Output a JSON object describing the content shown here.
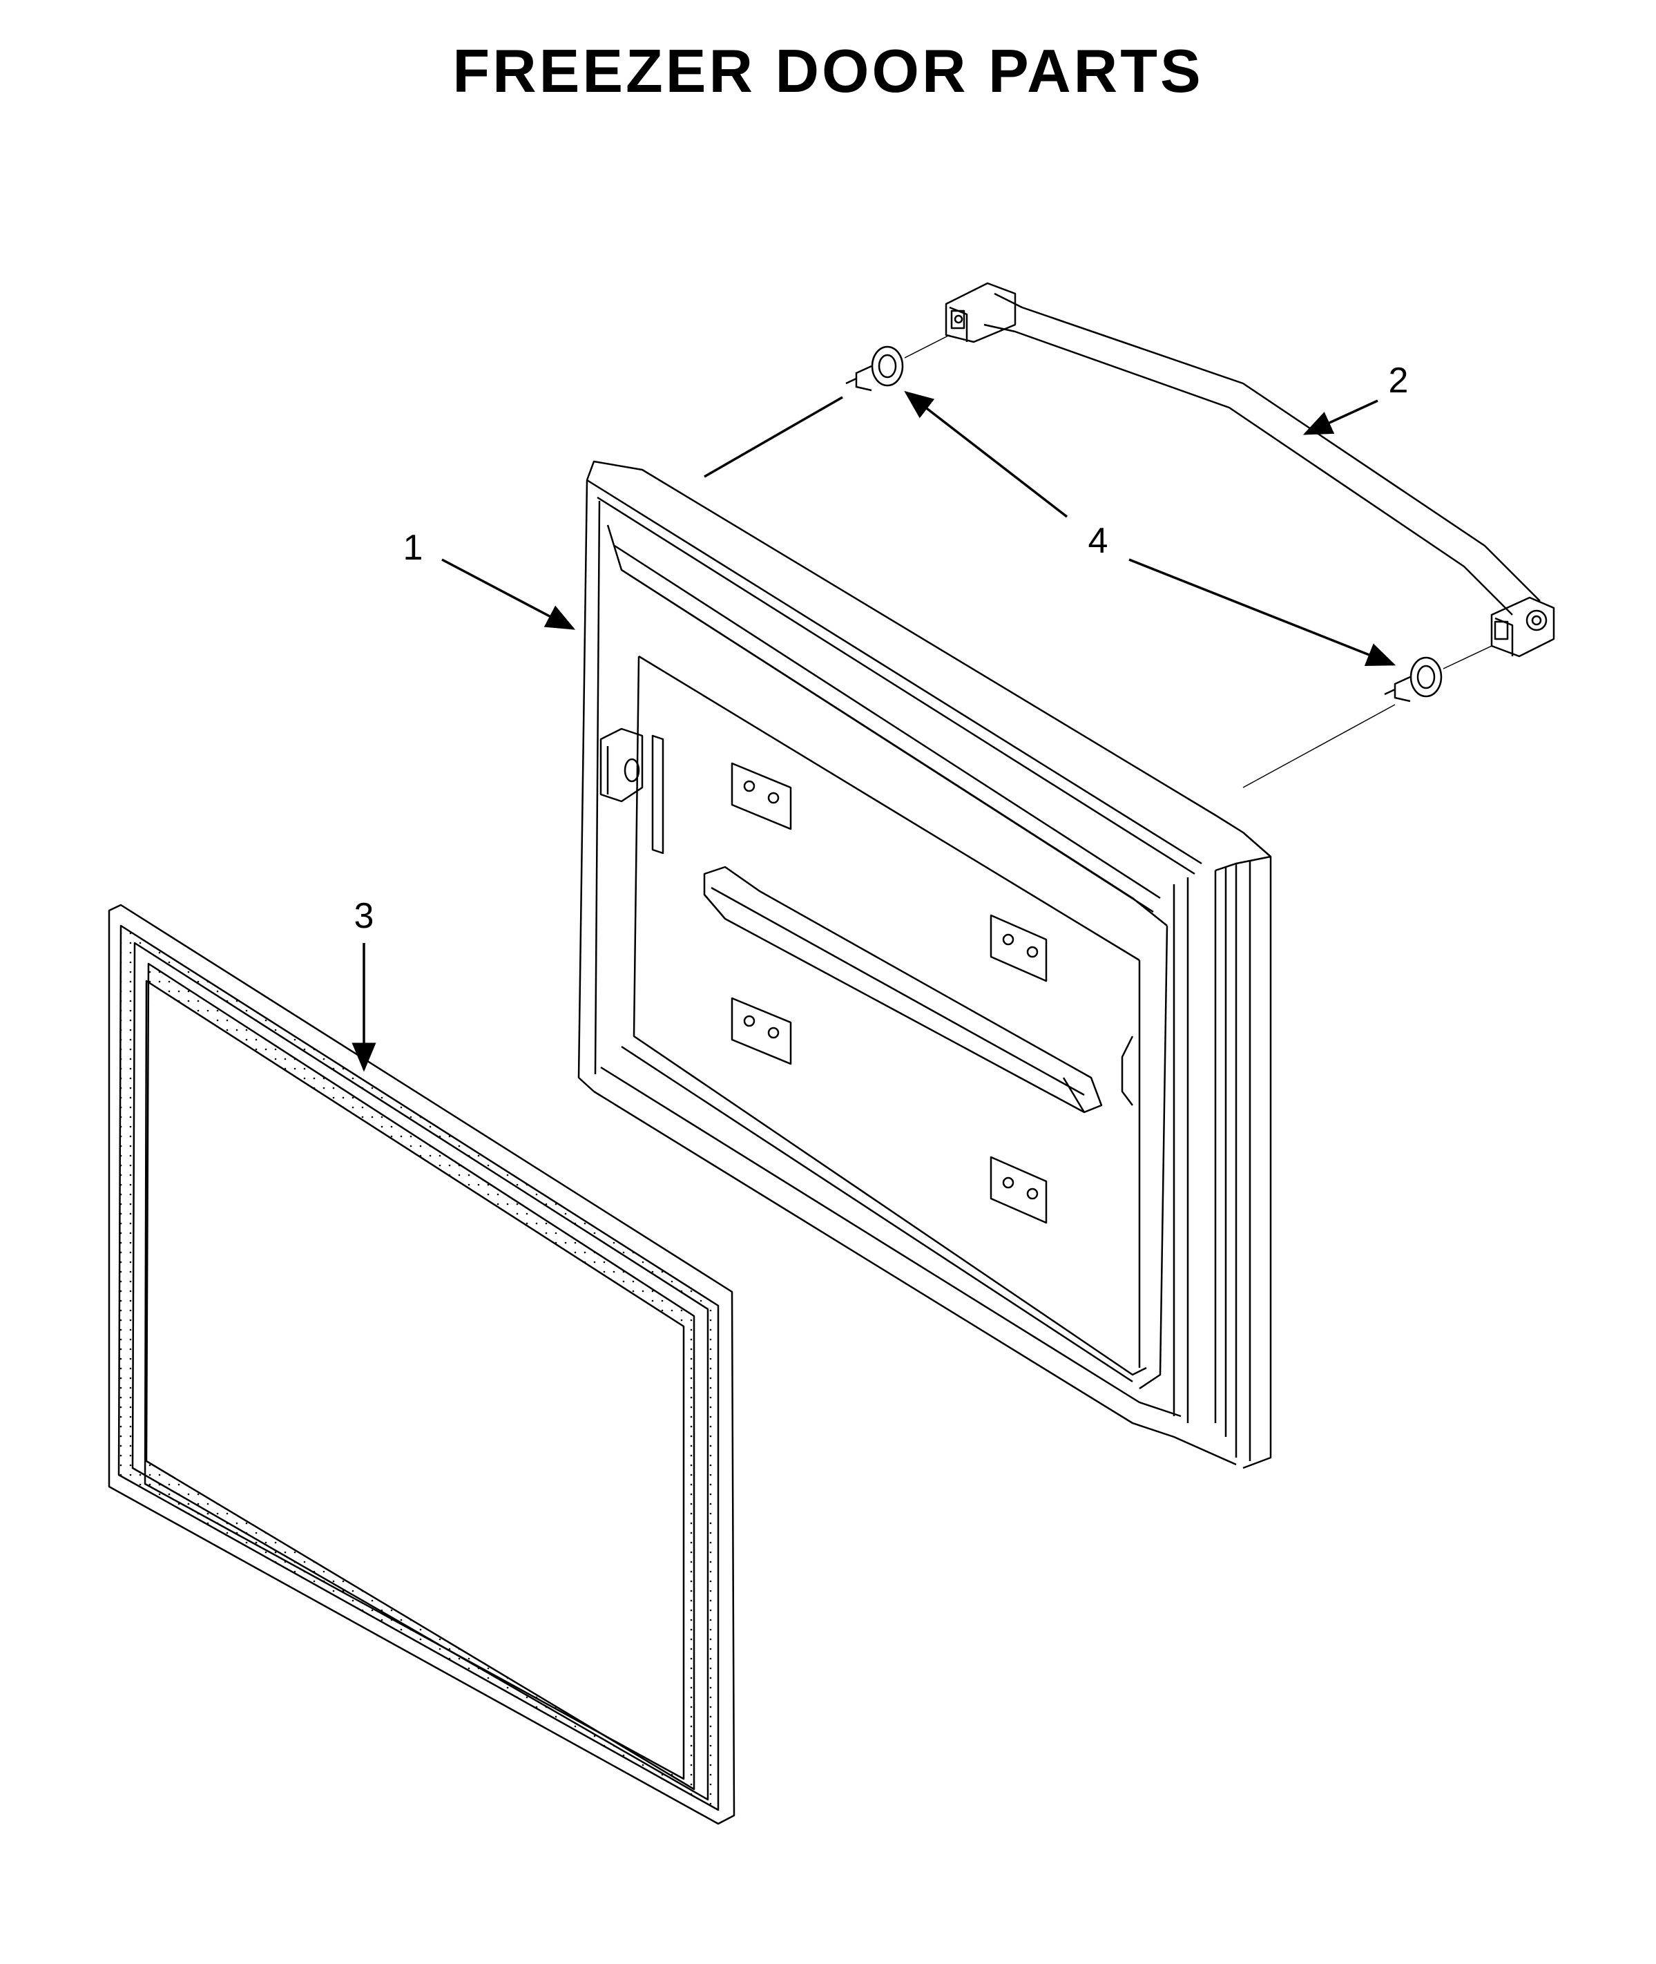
{
  "title": "FREEZER DOOR PARTS",
  "callouts": [
    {
      "id": "door",
      "label": "1"
    },
    {
      "id": "handle",
      "label": "2"
    },
    {
      "id": "gasket",
      "label": "3"
    },
    {
      "id": "studs",
      "label": "4"
    }
  ],
  "colors": {
    "ink": "#000000",
    "paper": "#ffffff"
  }
}
